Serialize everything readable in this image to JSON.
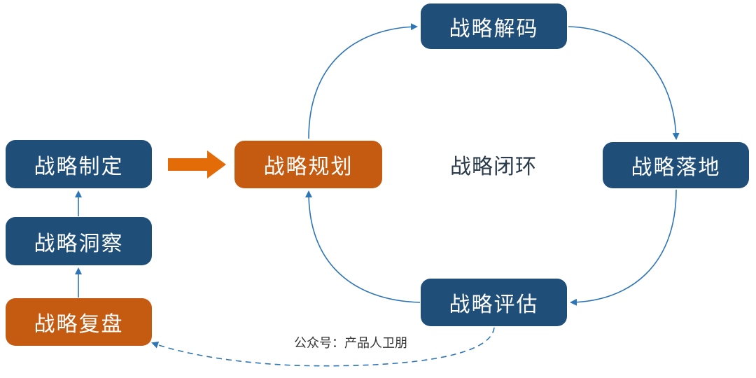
{
  "diagram": {
    "center_label": "战略闭环",
    "watermark": "公众号：产品人卫朋",
    "nodes": {
      "decode": "战略解码",
      "landing": "战略落地",
      "plan": "战略规划",
      "evaluate": "战略评估",
      "formulate": "战略制定",
      "insight": "战略洞察",
      "review": "战略复盘"
    },
    "colors": {
      "node_blue": "#1f4e79",
      "node_orange": "#c55a11",
      "connector_blue": "#2e75b6",
      "big_arrow_orange": "#e36c09"
    }
  }
}
